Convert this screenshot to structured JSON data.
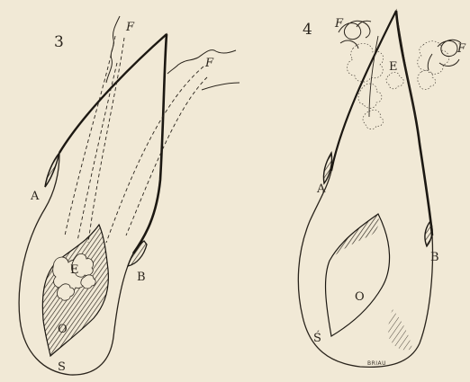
{
  "plate": {
    "background": "#f1e9d6",
    "ink": "#2a241c",
    "figures": [
      {
        "number": "3",
        "labels": {
          "thread_top": "F",
          "thread_right": "F",
          "A": "A",
          "B": "B",
          "E": "E",
          "O": "O",
          "S": "S"
        }
      },
      {
        "number": "4",
        "labels": {
          "thread_left": "F",
          "thread_right": "F",
          "E": "E",
          "A": "A",
          "B": "B",
          "O": "O",
          "S": "Ś"
        }
      }
    ],
    "signature": "BRIAU"
  }
}
